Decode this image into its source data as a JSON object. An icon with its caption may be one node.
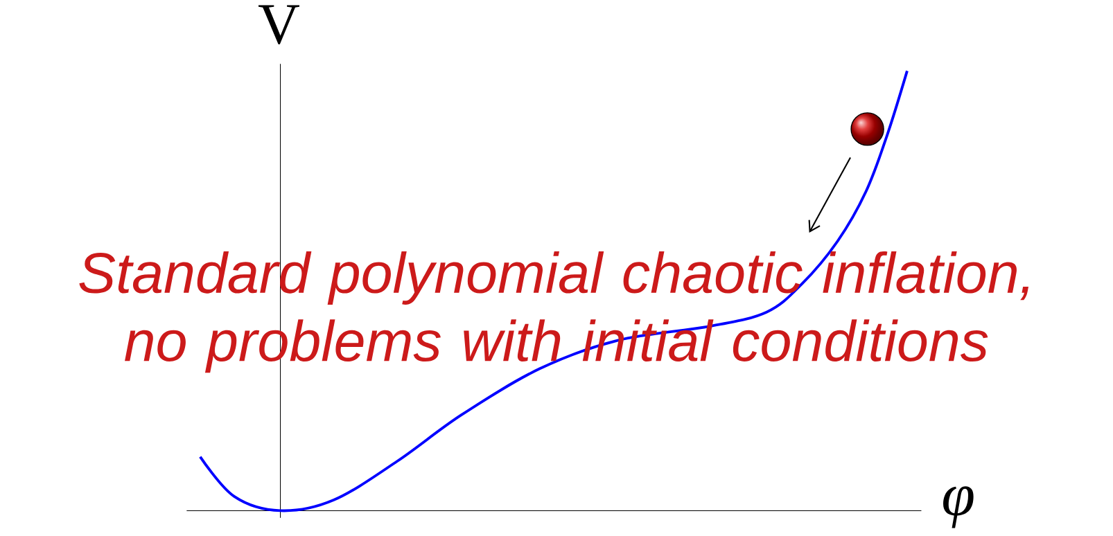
{
  "diagram": {
    "labels": [
      "V",
      "φ",
      "Standard polynomial chaotic inflation, no problems with initial conditions"
    ]
  }
}
